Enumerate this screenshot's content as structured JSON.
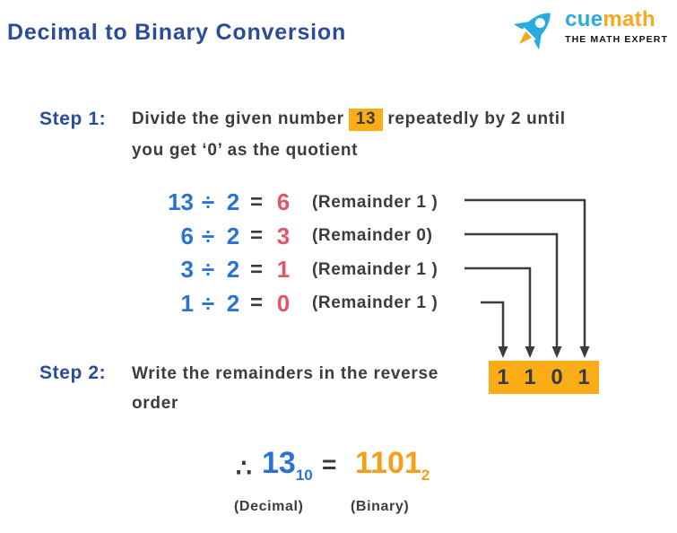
{
  "page": {
    "title": "Decimal to Binary Conversion"
  },
  "logo": {
    "brand_cue": "cue",
    "brand_math": "math",
    "tagline": "THE MATH EXPERT"
  },
  "step1": {
    "label": "Step 1:",
    "text_before": "Divide the given number",
    "highlight_number": "13",
    "text_after": "repeatedly by 2 until",
    "text_line2": "you get ‘0’ as the quotient"
  },
  "division": {
    "rows": [
      {
        "dividend": "13",
        "op": "÷",
        "divisor": "2",
        "eq": "=",
        "quotient": "6",
        "remainder": "(Remainder 1 )"
      },
      {
        "dividend": "6",
        "op": "÷",
        "divisor": "2",
        "eq": "=",
        "quotient": "3",
        "remainder": "(Remainder 0)"
      },
      {
        "dividend": "3",
        "op": "÷",
        "divisor": "2",
        "eq": "=",
        "quotient": "1",
        "remainder": "(Remainder 1 )"
      },
      {
        "dividend": "1",
        "op": "÷",
        "divisor": "2",
        "eq": "=",
        "quotient": "0",
        "remainder": "(Remainder 1 )"
      }
    ]
  },
  "step2": {
    "label": "Step 2:",
    "text_line1": "Write the remainders in the reverse",
    "text_line2": "order",
    "result_digits": [
      "1",
      "1",
      "0",
      "1"
    ]
  },
  "conclusion": {
    "therefore": "∴",
    "decimal_value": "13",
    "decimal_base": "10",
    "equals": "=",
    "binary_value": "1101",
    "binary_base": "2",
    "decimal_label": "(Decimal)",
    "binary_label": "(Binary)"
  },
  "colors": {
    "title_navy": "#2A4D9B",
    "body_text": "#3C3C3C",
    "number_blue": "#2B72D7",
    "quotient_red": "#E15666",
    "highlight_orange": "#FBAD18",
    "binary_orange": "#F59E17",
    "logo_cyan": "#29ABE2",
    "logo_orange": "#F7A81B"
  }
}
